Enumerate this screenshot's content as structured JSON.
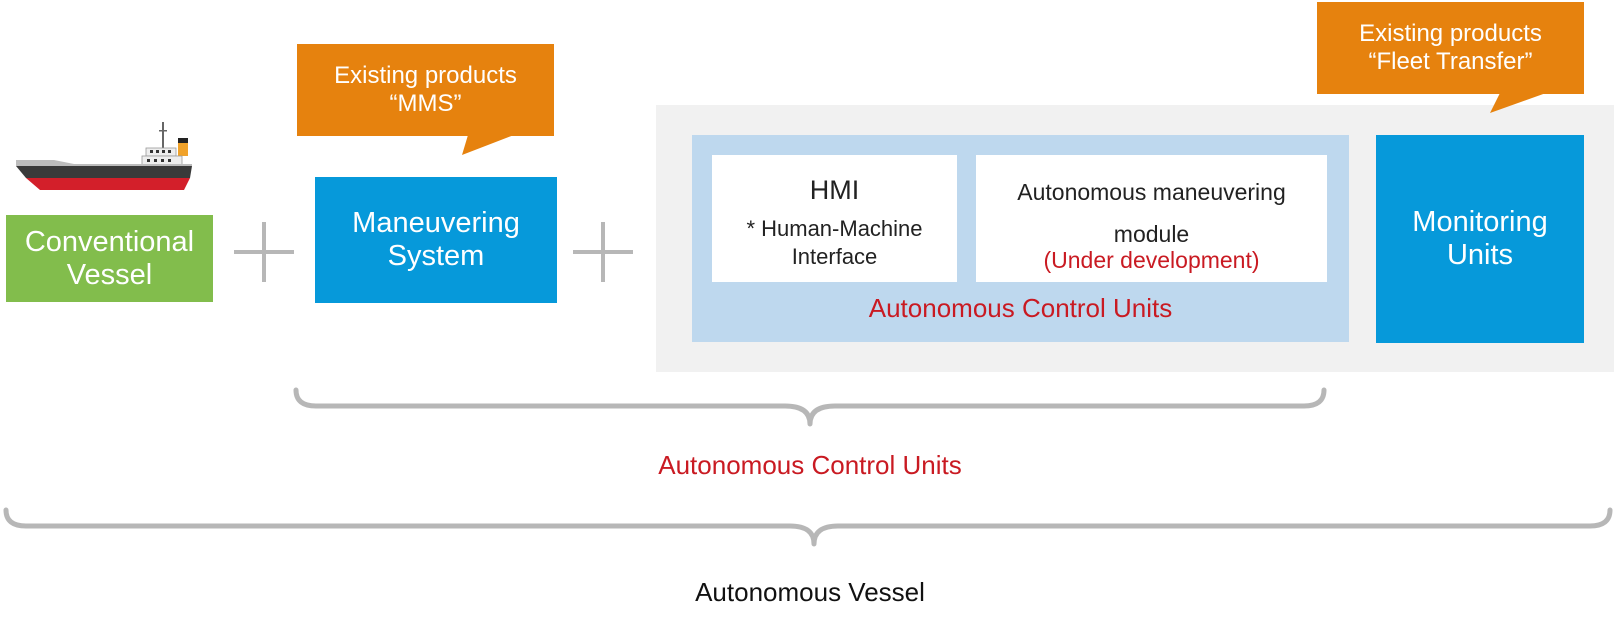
{
  "diagram": {
    "conventional_vessel": {
      "label": "Conventional\nVessel"
    },
    "maneuvering_system": {
      "label": "Maneuvering\nSystem"
    },
    "callout_mms": {
      "label": "Existing products\n“MMS”"
    },
    "callout_fleet": {
      "label": "Existing products\n“Fleet Transfer”"
    },
    "hmi": {
      "title": "HMI",
      "subtitle": "* Human-Machine\nInterface"
    },
    "autonomous_module": {
      "title": "Autonomous maneuvering\nmodule",
      "status": "(Under development)"
    },
    "autonomous_control_units_inner": {
      "label": "Autonomous Control Units"
    },
    "monitoring_units": {
      "label": "Monitoring\nUnits"
    },
    "autonomous_control_units_outer": {
      "label": "Autonomous Control Units"
    },
    "autonomous_vessel": {
      "label": "Autonomous Vessel"
    },
    "colors": {
      "green": "#82bd4c",
      "blue": "#0699da",
      "orange": "#e6820e",
      "light_blue": "#bed8ee",
      "gray_panel": "#f1f1f1",
      "red_text": "#c91a22",
      "brace_gray": "#b7b7b7"
    },
    "icons": [
      "ship-icon",
      "plus-icon",
      "brace-icon"
    ]
  }
}
